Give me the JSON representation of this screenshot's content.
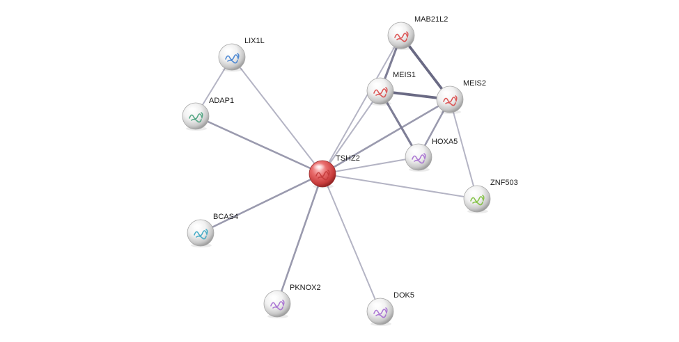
{
  "network": {
    "query_protein": "TSHZ2",
    "nodes": [
      {
        "id": "TSHZ2",
        "label": "TSHZ2",
        "query": true,
        "structure_color": "#c23a3a"
      },
      {
        "id": "LIX1L",
        "label": "LIX1L",
        "query": false,
        "structure_color": "#3f7fd0"
      },
      {
        "id": "ADAP1",
        "label": "ADAP1",
        "query": false,
        "structure_color": "#46a07a"
      },
      {
        "id": "MAB21L2",
        "label": "MAB21L2",
        "query": false,
        "structure_color": "#d94848"
      },
      {
        "id": "MEIS1",
        "label": "MEIS1",
        "query": false,
        "structure_color": "#d94848"
      },
      {
        "id": "MEIS2",
        "label": "MEIS2",
        "query": false,
        "structure_color": "#d94848"
      },
      {
        "id": "HOXA5",
        "label": "HOXA5",
        "query": false,
        "structure_color": "#a56cd0"
      },
      {
        "id": "ZNF503",
        "label": "ZNF503",
        "query": false,
        "structure_color": "#7cbf3a"
      },
      {
        "id": "BCAS4",
        "label": "BCAS4",
        "query": false,
        "structure_color": "#3aa6c2"
      },
      {
        "id": "PKNOX2",
        "label": "PKNOX2",
        "query": false,
        "structure_color": "#a56cd0"
      },
      {
        "id": "DOK5",
        "label": "DOK5",
        "query": false,
        "structure_color": "#a56cd0"
      }
    ],
    "edges": [
      {
        "source": "LIX1L",
        "target": "ADAP1",
        "weight": 1
      },
      {
        "source": "LIX1L",
        "target": "TSHZ2",
        "weight": 1
      },
      {
        "source": "ADAP1",
        "target": "TSHZ2",
        "weight": 2
      },
      {
        "source": "BCAS4",
        "target": "TSHZ2",
        "weight": 2
      },
      {
        "source": "PKNOX2",
        "target": "TSHZ2",
        "weight": 2
      },
      {
        "source": "DOK5",
        "target": "TSHZ2",
        "weight": 1
      },
      {
        "source": "ZNF503",
        "target": "TSHZ2",
        "weight": 1
      },
      {
        "source": "HOXA5",
        "target": "TSHZ2",
        "weight": 1
      },
      {
        "source": "MEIS2",
        "target": "TSHZ2",
        "weight": 2
      },
      {
        "source": "MEIS1",
        "target": "TSHZ2",
        "weight": 1
      },
      {
        "source": "MAB21L2",
        "target": "TSHZ2",
        "weight": 1
      },
      {
        "source": "MAB21L2",
        "target": "MEIS1",
        "weight": 3
      },
      {
        "source": "MAB21L2",
        "target": "MEIS2",
        "weight": 4
      },
      {
        "source": "MEIS1",
        "target": "MEIS2",
        "weight": 4
      },
      {
        "source": "MEIS1",
        "target": "HOXA5",
        "weight": 3
      },
      {
        "source": "MEIS2",
        "target": "HOXA5",
        "weight": 2
      },
      {
        "source": "MEIS2",
        "target": "ZNF503",
        "weight": 1
      }
    ]
  }
}
